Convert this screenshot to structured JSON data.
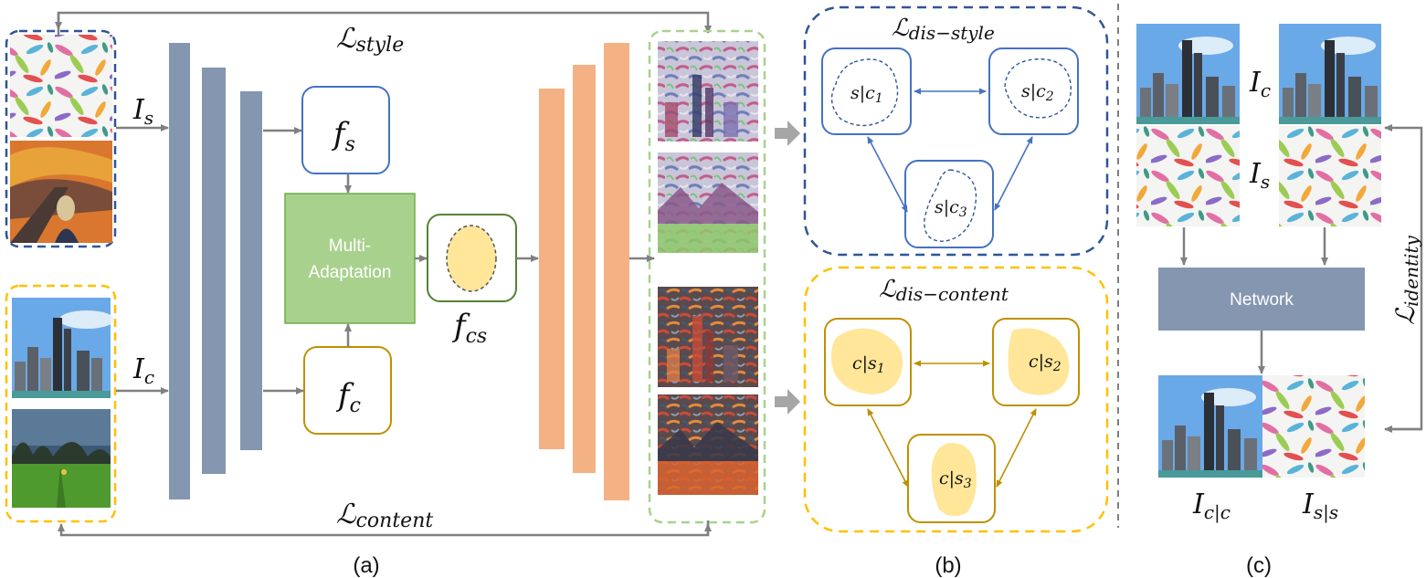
{
  "colors": {
    "arrow": "#808080",
    "encoder_bar": "#8496b0",
    "decoder_bar": "#f4b183",
    "style_frame": "#2f5597",
    "content_frame": "#ffc000",
    "output_frame": "#a9d18e",
    "adaptation_fill": "#a9d18e",
    "adaptation_stroke": "#70ad47",
    "fs_stroke": "#4472c4",
    "fc_stroke": "#bf9000",
    "ellipse_fill": "#ffe699",
    "network_fill": "#8496b0",
    "divider": "#7f7f7f"
  },
  "labels": {
    "loss_style": "style",
    "loss_content": "content",
    "input_style": "I",
    "input_style_sub": "s",
    "input_content": "I",
    "input_content_sub": "c",
    "feat_style": "f",
    "feat_style_sub": "s",
    "feat_content": "f",
    "feat_content_sub": "c",
    "feat_cs": "f",
    "feat_cs_sub": "cs",
    "adaptation_line1": "Multi-",
    "adaptation_line2": "Adaptation",
    "loss_dis_style": "dis−style",
    "loss_dis_content": "dis−content",
    "sc1": "s|c",
    "sc1_sub": "1",
    "sc2": "s|c",
    "sc2_sub": "2",
    "sc3": "s|c",
    "sc3_sub": "3",
    "cs1": "c|s",
    "cs1_sub": "1",
    "cs2": "c|s",
    "cs2_sub": "2",
    "cs3": "c|s",
    "cs3_sub": "3",
    "c_Ic": "I",
    "c_Ic_sub": "c",
    "c_Is": "I",
    "c_Is_sub": "s",
    "network": "Network",
    "loss_identity": "identity",
    "out_cc": "I",
    "out_cc_sub": "c|c",
    "out_ss": "I",
    "out_ss_sub": "s|s",
    "panel_a": "(a)",
    "panel_b": "(b)",
    "panel_c": "(c)"
  },
  "icons": [
    "feather-pattern-image",
    "scream-painting-image",
    "city-skyline-image",
    "rice-field-image",
    "stylized-output-image"
  ]
}
